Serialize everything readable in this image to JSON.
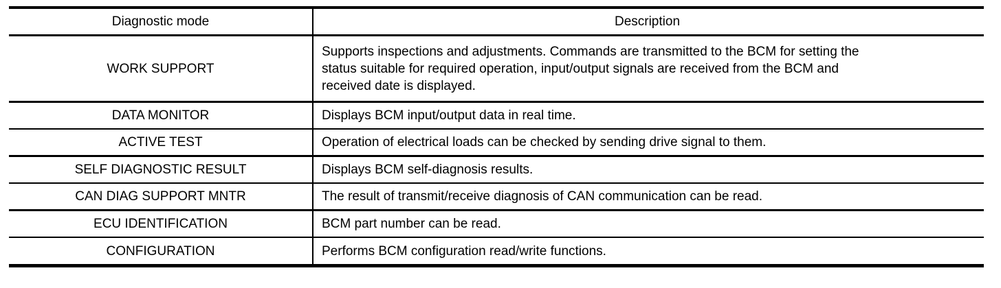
{
  "colors": {
    "background": "#ffffff",
    "border": "#000000",
    "text": "#000000"
  },
  "table": {
    "columns": [
      {
        "label": "Diagnostic mode"
      },
      {
        "label": "Description"
      }
    ],
    "rows": [
      {
        "mode": "WORK SUPPORT",
        "description": "Supports inspections and adjustments. Commands are transmitted to the BCM for setting the\nstatus suitable for required operation, input/output signals are received from the BCM and\nreceived date is displayed."
      },
      {
        "mode": "DATA MONITOR",
        "description": "Displays BCM input/output data in real time."
      },
      {
        "mode": "ACTIVE TEST",
        "description": "Operation of electrical loads can be checked by sending drive signal to them."
      },
      {
        "mode": "SELF DIAGNOSTIC RESULT",
        "description": "Displays BCM self-diagnosis results."
      },
      {
        "mode": "CAN DIAG SUPPORT MNTR",
        "description": "The result of transmit/receive diagnosis of CAN communication can be read."
      },
      {
        "mode": "ECU IDENTIFICATION",
        "description": "BCM part number can be read."
      },
      {
        "mode": "CONFIGURATION",
        "description": "Performs BCM configuration read/write functions."
      }
    ]
  }
}
